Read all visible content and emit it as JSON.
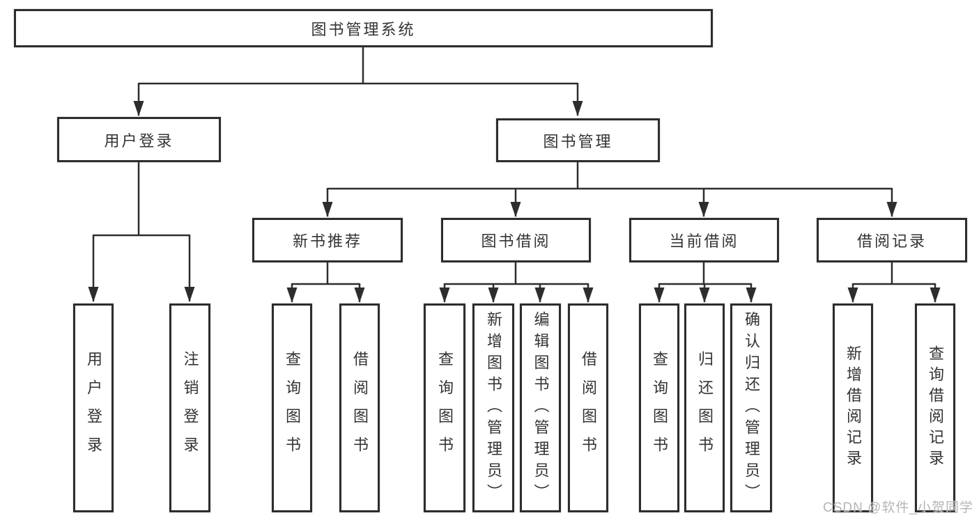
{
  "diagram": {
    "title_root": "图书管理系统",
    "branches": {
      "user_login": {
        "label": "用户登录",
        "leaves": [
          "用户登录",
          "注销登录"
        ]
      },
      "book_management": {
        "label": "图书管理",
        "groups": [
          {
            "label": "新书推荐",
            "leaves": [
              "查询图书",
              "借阅图书"
            ]
          },
          {
            "label": "图书借阅",
            "leaves": [
              "查询图书",
              "新增图书（管理员）",
              "编辑图书（管理员）",
              "借阅图书"
            ]
          },
          {
            "label": "当前借阅",
            "leaves": [
              "查询图书",
              "归还图书",
              "确认归还（管理员）"
            ]
          },
          {
            "label": "借阅记录",
            "leaves": [
              "新增借阅记录",
              "查询借阅记录"
            ]
          }
        ]
      }
    },
    "watermark": "CSDN @软件_小贺同学",
    "colors": {
      "line": "#2d2d2d",
      "text": "#333333",
      "box_fill": "#ffffff",
      "watermark": "#b5b5b5",
      "background": "#ffffff"
    }
  }
}
